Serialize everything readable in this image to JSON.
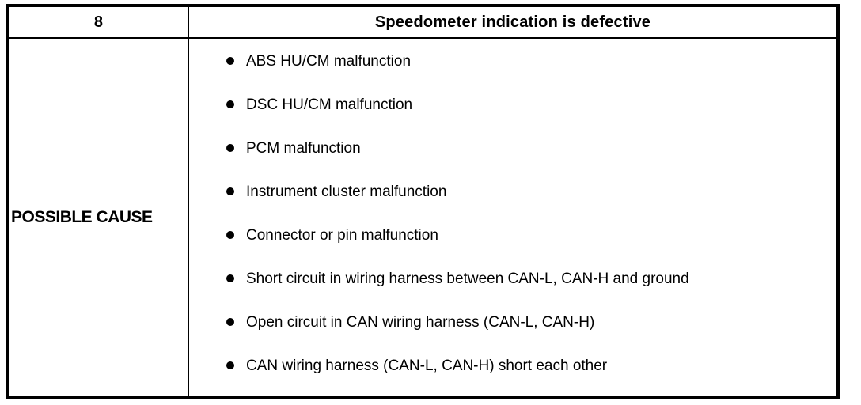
{
  "table": {
    "header": {
      "number": "8",
      "title": "Speedometer indication is defective"
    },
    "row_label": "POSSIBLE CAUSE",
    "causes": [
      "ABS HU/CM malfunction",
      "DSC HU/CM malfunction",
      "PCM malfunction",
      "Instrument cluster malfunction",
      "Connector or pin malfunction",
      "Short circuit in wiring harness between CAN-L, CAN-H and ground",
      "Open circuit in CAN wiring harness (CAN-L, CAN-H)",
      "CAN wiring harness (CAN-L, CAN-H) short each other"
    ],
    "colors": {
      "border": "#000000",
      "text": "#000000",
      "background": "#ffffff"
    }
  }
}
